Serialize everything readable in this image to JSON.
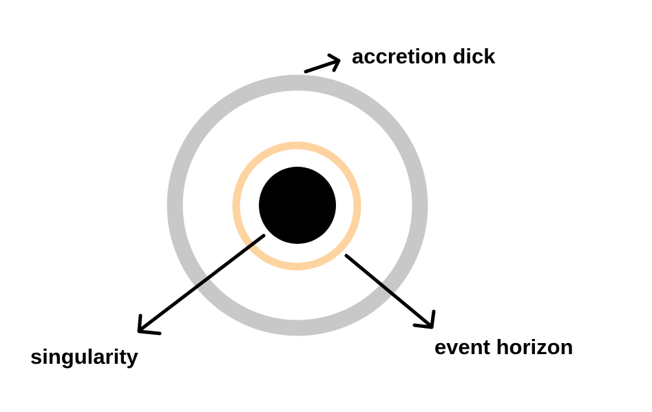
{
  "labels": {
    "accretion_disk": "accretion dick",
    "singularity": "singularity",
    "event_horizon": "event horizon"
  },
  "colors": {
    "background": "#ffffff",
    "accretion_ring": "#c8c8c8",
    "event_horizon_ring": "#fdd3a0",
    "singularity": "#000000",
    "arrows": "#000000"
  }
}
